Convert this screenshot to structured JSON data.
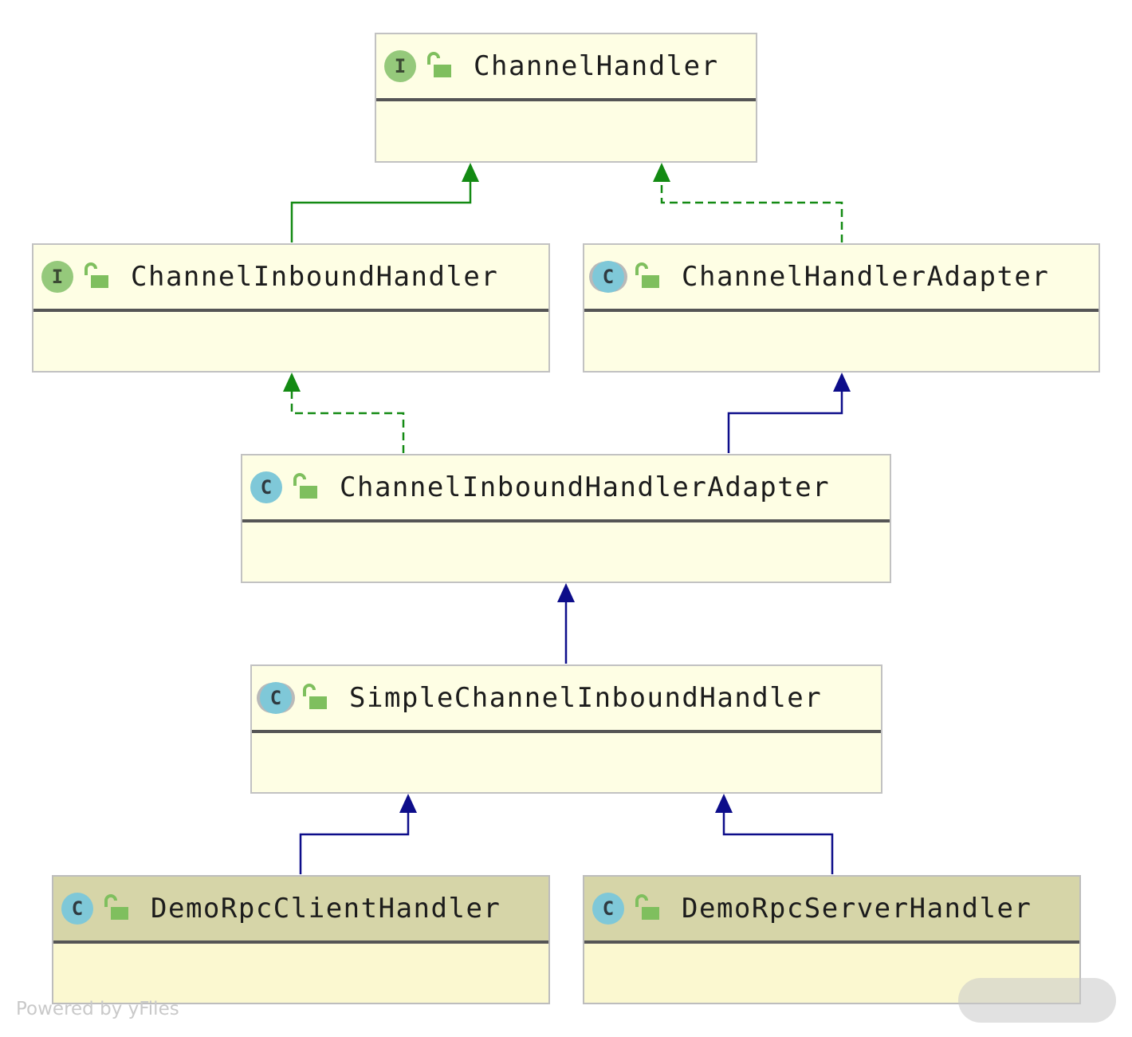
{
  "nodes": [
    {
      "id": "channel-handler",
      "title": "ChannelHandler",
      "kind": "interface",
      "kind_letter": "I"
    },
    {
      "id": "channel-inbound-handler",
      "title": "ChannelInboundHandler",
      "kind": "interface",
      "kind_letter": "I"
    },
    {
      "id": "channel-handler-adapter",
      "title": "ChannelHandlerAdapter",
      "kind": "abstract-class",
      "kind_letter": "C"
    },
    {
      "id": "channel-inbound-handler-adapter",
      "title": "ChannelInboundHandlerAdapter",
      "kind": "class",
      "kind_letter": "C"
    },
    {
      "id": "simple-channel-inbound-handler",
      "title": "SimpleChannelInboundHandler",
      "kind": "abstract-class",
      "kind_letter": "C"
    },
    {
      "id": "demo-rpc-client-handler",
      "title": "DemoRpcClientHandler",
      "kind": "class",
      "kind_letter": "C"
    },
    {
      "id": "demo-rpc-server-handler",
      "title": "DemoRpcServerHandler",
      "kind": "class",
      "kind_letter": "C"
    }
  ],
  "edges": [
    {
      "from": "channel-inbound-handler",
      "to": "channel-handler",
      "relation": "extends-interface",
      "style": "solid",
      "color": "#138a13"
    },
    {
      "from": "channel-handler-adapter",
      "to": "channel-handler",
      "relation": "implements",
      "style": "dashed",
      "color": "#138a13"
    },
    {
      "from": "channel-inbound-handler-adapter",
      "to": "channel-inbound-handler",
      "relation": "implements",
      "style": "dashed",
      "color": "#138a13"
    },
    {
      "from": "channel-inbound-handler-adapter",
      "to": "channel-handler-adapter",
      "relation": "extends",
      "style": "solid",
      "color": "#0d0d8a"
    },
    {
      "from": "simple-channel-inbound-handler",
      "to": "channel-inbound-handler-adapter",
      "relation": "extends",
      "style": "solid",
      "color": "#0d0d8a"
    },
    {
      "from": "demo-rpc-client-handler",
      "to": "simple-channel-inbound-handler",
      "relation": "extends",
      "style": "solid",
      "color": "#0d0d8a"
    },
    {
      "from": "demo-rpc-server-handler",
      "to": "simple-channel-inbound-handler",
      "relation": "extends",
      "style": "solid",
      "color": "#0d0d8a"
    }
  ],
  "footer": "Powered by yFiles",
  "colors": {
    "node_fill": "#fefee4",
    "node_border": "#c2c2c2",
    "interface_icon": "#95c97b",
    "class_icon": "#7fc8d8",
    "lock_icon": "#7fbf5e",
    "implements_edge": "#138a13",
    "extends_edge": "#0d0d8a"
  }
}
